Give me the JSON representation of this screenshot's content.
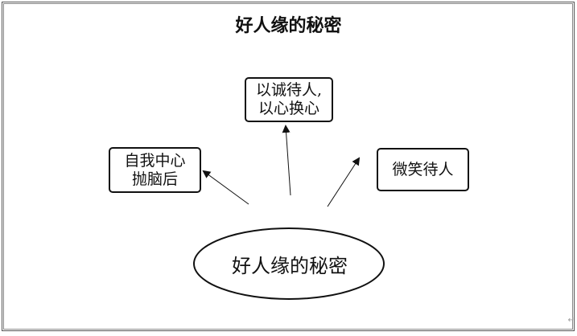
{
  "diagram": {
    "title": "好人缘的秘密",
    "center": {
      "label": "好人缘的秘密"
    },
    "nodes": [
      {
        "id": "top",
        "lines": [
          "以诚待人,",
          "以心换心"
        ]
      },
      {
        "id": "left",
        "lines": [
          "自我中心",
          "抛脑后"
        ]
      },
      {
        "id": "right",
        "lines": [
          "微笑待人"
        ]
      }
    ]
  }
}
